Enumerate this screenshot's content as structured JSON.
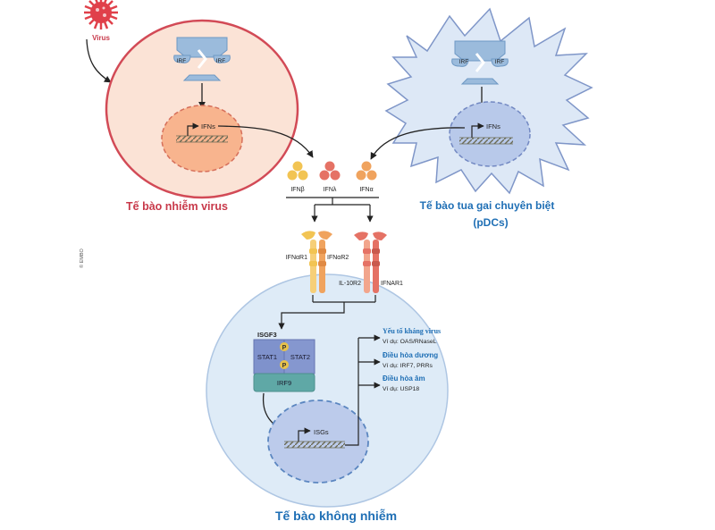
{
  "labels": {
    "virus": "Virus",
    "irf": "IRF",
    "ifns": "IFNs",
    "infected_cell": "Tế bào nhiễm virus",
    "pdc_line1": "Tế bào tua gai chuyên biệt",
    "pdc_line2": "(pDCs)",
    "ifnb": "IFNβ",
    "ifnl": "IFNλ",
    "ifna": "IFNα",
    "copyright": "© EMBO",
    "ifnar1_left": "IFNαR1",
    "ifnar2": "IFNαR2",
    "il10r2": "IL-10R2",
    "ifnar1_right": "IFNAR1",
    "isgf3": "ISGF3",
    "p": "P",
    "stat1": "STAT1",
    "stat2": "STAT2",
    "irf9": "IRF9",
    "isgs": "ISGs",
    "antiviral_title": "Yếu tố kháng virus",
    "antiviral_example": "Ví dụ: OAS/RNaseL",
    "positive_title": "Điều hòa dương",
    "positive_example": "Ví dụ: IRF7, PRRs",
    "negative_title": "Điều hòa âm",
    "negative_example": "Ví dụ: USP18",
    "uninfected_cell": "Tế bào không nhiễm"
  },
  "colors": {
    "infected_title": "#c8394a",
    "blue_title": "#1f6fb5",
    "infected_cell_fill": "#fbe3d6",
    "infected_nucleus": "#f8b48e",
    "pdc_fill": "#dde8f6",
    "pdc_nucleus": "#b8c9ea",
    "target_cell_fill": "#deebf7",
    "target_nucleus": "#bccbeb",
    "virus_red": "#e0404a",
    "irf_blue": "#9bbbdc",
    "stat1": "#7f92cc",
    "stat2": "#8597cf",
    "irf9": "#5fa8a6",
    "phospho": "#e8c24a",
    "receptor_orange": "#f0a35e",
    "receptor_red": "#e57265"
  }
}
